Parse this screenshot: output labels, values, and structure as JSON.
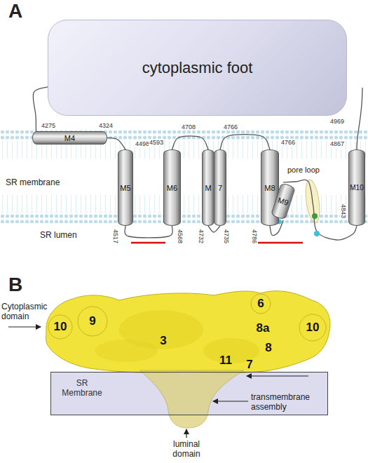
{
  "diagram": {
    "nodes": [
      {
        "text": [
          "cytoplasmic foot"
        ]
      },
      {
        "text": [
          "M4"
        ]
      },
      {
        "text": [
          "M5"
        ]
      },
      {
        "text": [
          "M6"
        ]
      },
      {
        "text": [
          "M"
        ]
      },
      {
        "text": [
          "7"
        ]
      },
      {
        "text": [
          "M8"
        ]
      },
      {
        "text": [
          "M9"
        ]
      },
      {
        "text": [
          "M10"
        ]
      },
      {
        "text": [
          "SR Membrane"
        ]
      }
    ],
    "edges": [
      {
        "from": 0,
        "to": 1,
        "arrow": "none"
      },
      {
        "from": 1,
        "to": 2,
        "arrow": "none"
      },
      {
        "from": 2,
        "to": 3,
        "arrow": "none"
      },
      {
        "from": 3,
        "to": 4,
        "arrow": "none"
      },
      {
        "from": 4,
        "to": 5,
        "arrow": "none"
      },
      {
        "from": 5,
        "to": 6,
        "arrow": "none"
      },
      {
        "from": 6,
        "to": 7,
        "arrow": "none"
      },
      {
        "from": 7,
        "to": 8,
        "arrow": "none"
      }
    ],
    "labels": [
      "A",
      "4275",
      "4324",
      "4498",
      "4517",
      "4593",
      "4568",
      "4708",
      "4732",
      "4735",
      "4766",
      "4766",
      "4786",
      "pore loop",
      "4843",
      "4867",
      "4969",
      "SR membrane",
      "SR lumen",
      "B",
      "10",
      "9",
      "3",
      "6",
      "8a",
      "10",
      "8",
      "11",
      "7",
      "Cytoplasmic domain",
      "transmembrane assembly",
      "luminal domain"
    ]
  }
}
